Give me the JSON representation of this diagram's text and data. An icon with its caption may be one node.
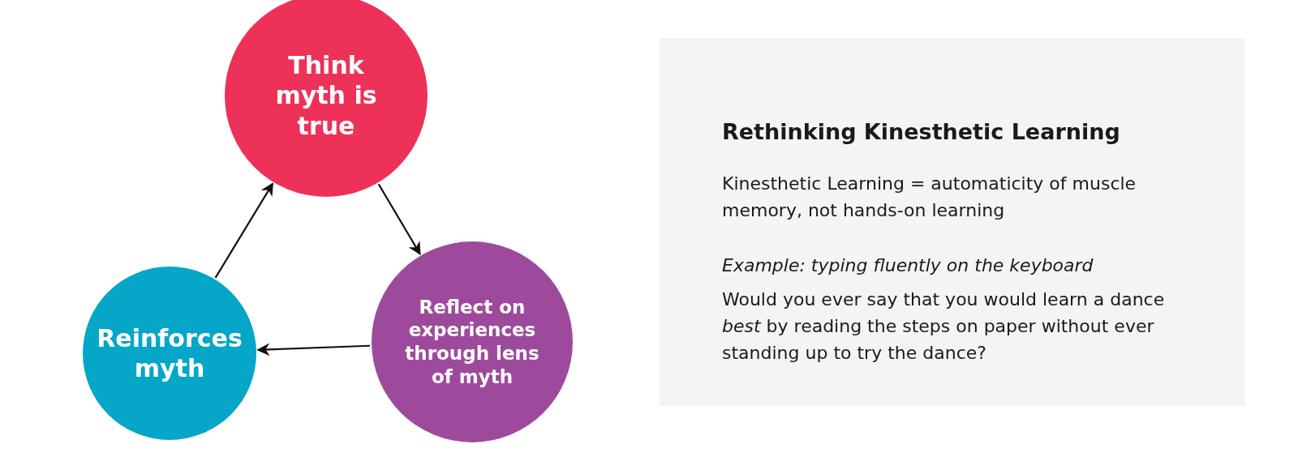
{
  "diagram": {
    "nodes": [
      {
        "text": [
          "Think myth is true"
        ]
      },
      {
        "text": [
          "Reflect on experiences through lens of myth"
        ]
      },
      {
        "text": [
          "Reinforces myth"
        ]
      },
      {
        "text": [
          "Rethinking Kinesthetic Learning",
          "Kinesthetic Learning = automaticity of muscle memory, not hands-on learning",
          "Example: typing fluently on the keyboard",
          "Would you ever say that you would learn a dance *best* by reading the steps on paper without ever standing up to try the dance?"
        ]
      }
    ],
    "edges": [
      {
        "from": 0,
        "to": 1,
        "arrow": "to"
      },
      {
        "from": 1,
        "to": 2,
        "arrow": "to"
      },
      {
        "from": 2,
        "to": 0,
        "arrow": "to"
      }
    ]
  }
}
